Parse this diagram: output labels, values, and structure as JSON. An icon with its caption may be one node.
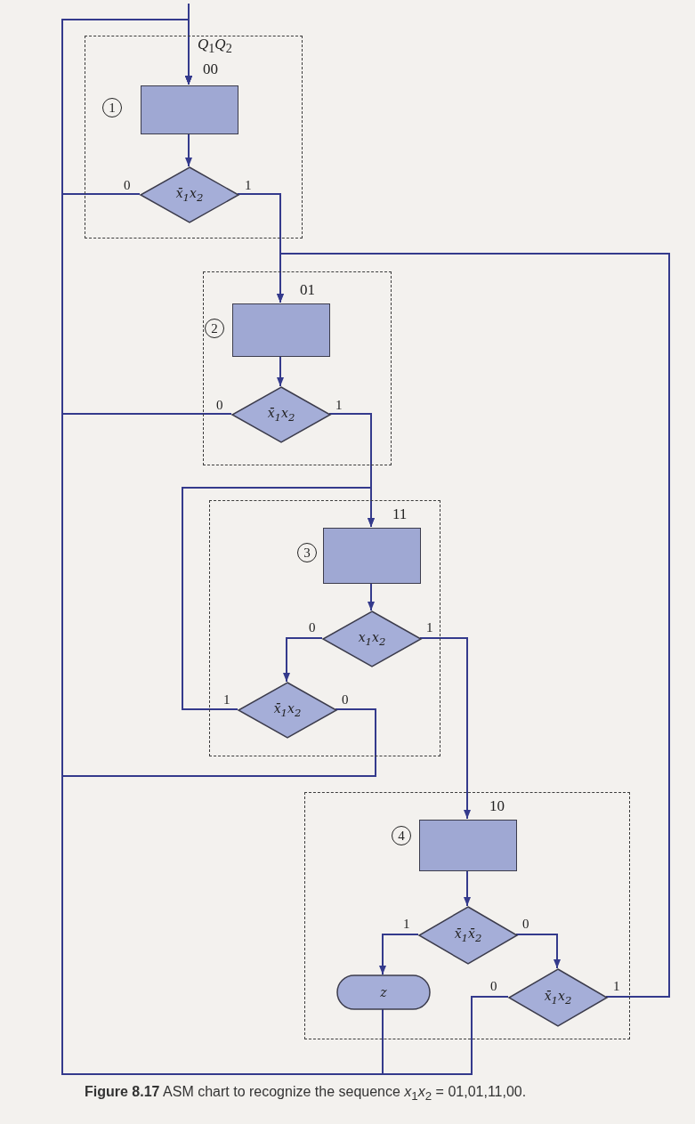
{
  "diagram": {
    "caption": "**Figure 8.17** ASM chart to recognize the sequence *x*$_{1}$*x*$_{2}$ = 01,01,11,00.",
    "nodes": [
      {
        "text": [],
        "shape": "box"
      },
      {
        "text": [],
        "shape": "box",
        "in": 0,
        "beside": [
          "00"
        ]
      },
      {
        "text": [
          "x̄$_{1}$x$_{2}$"
        ],
        "in": 0
      },
      {
        "text": [],
        "shape": "box"
      },
      {
        "text": [],
        "shape": "box",
        "in": 3,
        "beside": [
          "01"
        ]
      },
      {
        "text": [
          "x̄$_{1}$x$_{2}$"
        ],
        "in": 3
      },
      {
        "text": [],
        "shape": "box"
      },
      {
        "text": [],
        "shape": "box",
        "in": 6,
        "beside": [
          "11"
        ]
      },
      {
        "text": [
          "x$_{1}$x$_{2}$"
        ],
        "in": 6
      },
      {
        "text": [
          "x̄$_{1}$x$_{2}$"
        ],
        "in": 6
      },
      {
        "text": [],
        "shape": "box"
      },
      {
        "text": [],
        "shape": "box",
        "in": 10,
        "beside": [
          "10"
        ]
      },
      {
        "text": [
          "x̄$_{1}$x̄$_{2}$"
        ],
        "in": 10
      },
      {
        "text": [
          "z"
        ],
        "in": 10
      },
      {
        "text": [
          "x̄$_{1}$x$_{2}$"
        ],
        "in": 10
      }
    ],
    "edges": [
      {
        "from": null,
        "to": 1,
        "arrow": "to"
      },
      {
        "from": 1,
        "to": 2,
        "arrow": "to"
      },
      {
        "from": 2,
        "to": 1,
        "arrow": "to",
        "label": "0"
      },
      {
        "from": 2,
        "to": 4,
        "arrow": "to",
        "label": "1"
      },
      {
        "from": 4,
        "to": 5,
        "arrow": "to"
      },
      {
        "from": 5,
        "to": 1,
        "arrow": "to",
        "label": "0"
      },
      {
        "from": 5,
        "to": 7,
        "arrow": "to",
        "label": "1"
      },
      {
        "from": 7,
        "to": 8,
        "arrow": "to"
      },
      {
        "from": 8,
        "to": 9,
        "arrow": "to",
        "label": "0"
      },
      {
        "from": 8,
        "to": 11,
        "arrow": "to",
        "label": "1"
      },
      {
        "from": 9,
        "to": 7,
        "arrow": "to",
        "label": "1"
      },
      {
        "from": 9,
        "to": 1,
        "arrow": "to",
        "label": "0"
      },
      {
        "from": 11,
        "to": 12,
        "arrow": "to"
      },
      {
        "from": 12,
        "to": 13,
        "arrow": "to",
        "label": "1"
      },
      {
        "from": 12,
        "to": 14,
        "arrow": "to",
        "label": "0"
      },
      {
        "from": 13,
        "to": 1,
        "arrow": "to"
      },
      {
        "from": 14,
        "to": 1,
        "arrow": "to",
        "label": "0"
      },
      {
        "from": 14,
        "to": 4,
        "arrow": "to",
        "label": "1"
      }
    ],
    "labels": [
      "*Q*$_{1}$*Q*$_{2}$",
      "1",
      "2",
      "3",
      "4"
    ]
  }
}
